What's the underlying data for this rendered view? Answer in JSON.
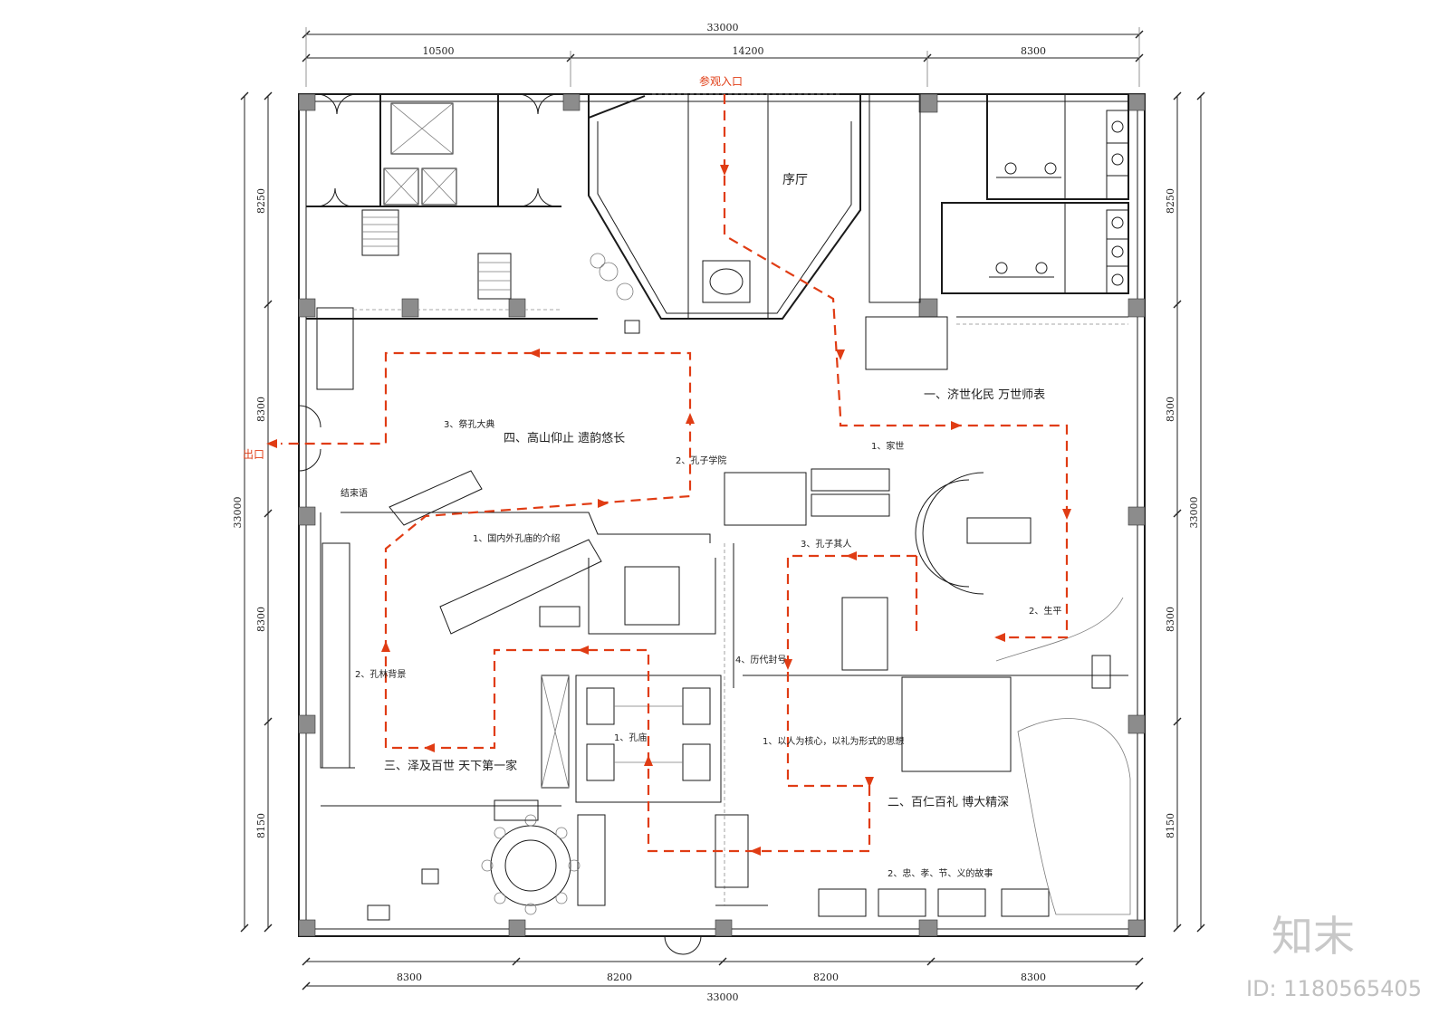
{
  "plan": {
    "hall_label": "序厅",
    "entrance_label": "参观入口",
    "exit_label": "出口",
    "zones": {
      "zone1": "一、济世化民 万世师表",
      "zone2": "二、百仁百礼 博大精深",
      "zone3": "三、泽及百世 天下第一家",
      "zone4": "四、高山仰止 遗韵悠长"
    },
    "sub_labels": {
      "z1_a": "1、家世",
      "z1_b": "2、生平",
      "z1_c": "3、孔子其人",
      "z1_d": "4、历代封号",
      "z2_a": "1、以人为核心，以礼为形式的思想",
      "z2_b": "2、忠、孝、节、义的故事",
      "z3_a": "1、孔庙",
      "z3_b": "2、孔林背景",
      "z4_a": "1、国内外孔庙的介绍",
      "z4_b": "2、孔子学院",
      "z4_c": "3、祭孔大典",
      "ending": "结束语"
    }
  },
  "dimensions": {
    "top_total": "33000",
    "top_segments": [
      "10500",
      "14200",
      "8300"
    ],
    "bottom_total": "33000",
    "bottom_segments": [
      "8300",
      "8200",
      "8200",
      "8300"
    ],
    "left_total": "33000",
    "left_segments": [
      "8250",
      "8300",
      "8300",
      "8150"
    ],
    "right_total": "33000",
    "right_segments": [
      "8250",
      "8300",
      "8300",
      "8150"
    ]
  },
  "watermark": {
    "brand": "知末",
    "id_text": "ID: 1180565405"
  },
  "colors": {
    "route": "#e03c14",
    "wall": "#1a1a1a",
    "column": "#8c8c8c"
  }
}
